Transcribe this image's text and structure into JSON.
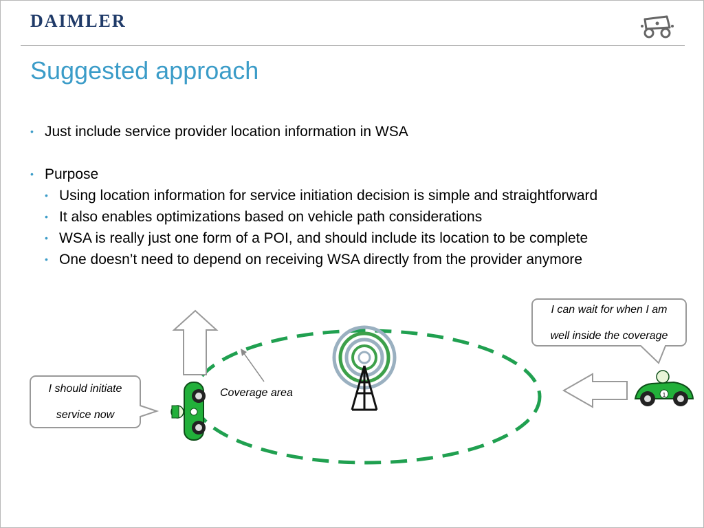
{
  "header": {
    "brand": "DAIMLER",
    "logo_icon": "car-logo-icon"
  },
  "slide": {
    "title": "Suggested approach",
    "bullets": [
      {
        "text": "Just include service provider location information in WSA"
      },
      {
        "text": "Purpose",
        "sub": [
          "Using location information for service initiation decision is simple and straightforward",
          "It also enables optimizations based on vehicle path considerations",
          "WSA is really just one form of a POI, and should include its location to be complete",
          "One doesn’t need to depend on receiving WSA directly from the provider anymore"
        ]
      }
    ]
  },
  "diagram": {
    "callout_left": [
      "I should initiate",
      "service now"
    ],
    "callout_right": [
      "I can wait for when I am",
      "well inside the coverage"
    ],
    "coverage_label": "Coverage area",
    "car_number": "1",
    "colors": {
      "coverage": "#20a050",
      "car": "#22b03a",
      "accent": "#3b9cc8"
    },
    "icons": [
      "cell-tower-icon",
      "arrow-up-icon",
      "arrow-left-icon",
      "car-icon"
    ]
  }
}
